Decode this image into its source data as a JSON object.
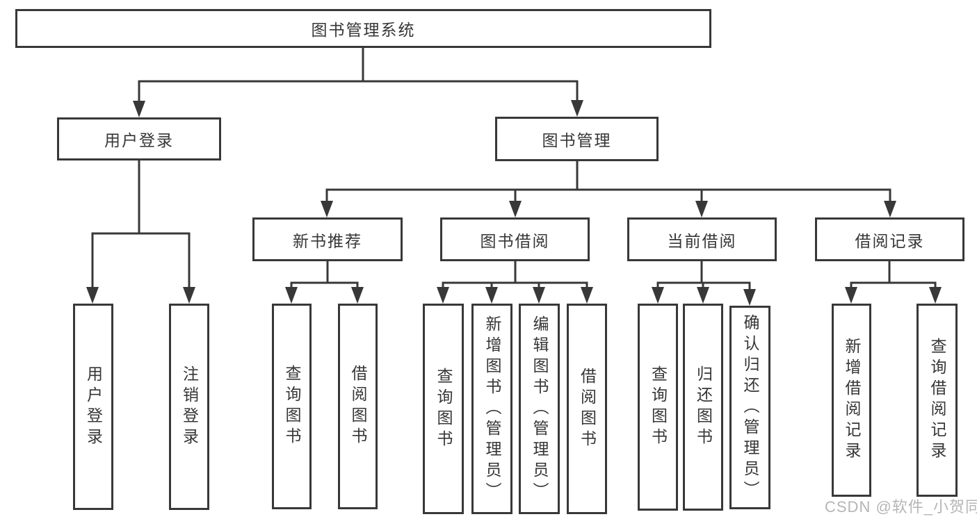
{
  "diagram": {
    "title": "图书管理系统",
    "branches": [
      {
        "label": "用户登录",
        "children": [
          {
            "label": "用户登录"
          },
          {
            "label": "注销登录"
          }
        ]
      },
      {
        "label": "图书管理",
        "children": [
          {
            "label": "新书推荐",
            "children": [
              {
                "label": "查询图书"
              },
              {
                "label": "借阅图书"
              }
            ]
          },
          {
            "label": "图书借阅",
            "children": [
              {
                "label": "查询图书"
              },
              {
                "label": "新增图书（管理员）"
              },
              {
                "label": "编辑图书（管理员）"
              },
              {
                "label": "借阅图书"
              }
            ]
          },
          {
            "label": "当前借阅",
            "children": [
              {
                "label": "查询图书"
              },
              {
                "label": "归还图书"
              },
              {
                "label": "确认归还（管理员）"
              }
            ]
          },
          {
            "label": "借阅记录",
            "children": [
              {
                "label": "新增借阅记录"
              },
              {
                "label": "查询借阅记录"
              }
            ]
          }
        ]
      }
    ]
  },
  "watermark": {
    "text": "CSDN @软件_小贺同学"
  },
  "colors": {
    "line": "#383838",
    "box_border": "#383838",
    "text": "#363636",
    "background": "#ffffff",
    "watermark": "#b5b5b5"
  }
}
